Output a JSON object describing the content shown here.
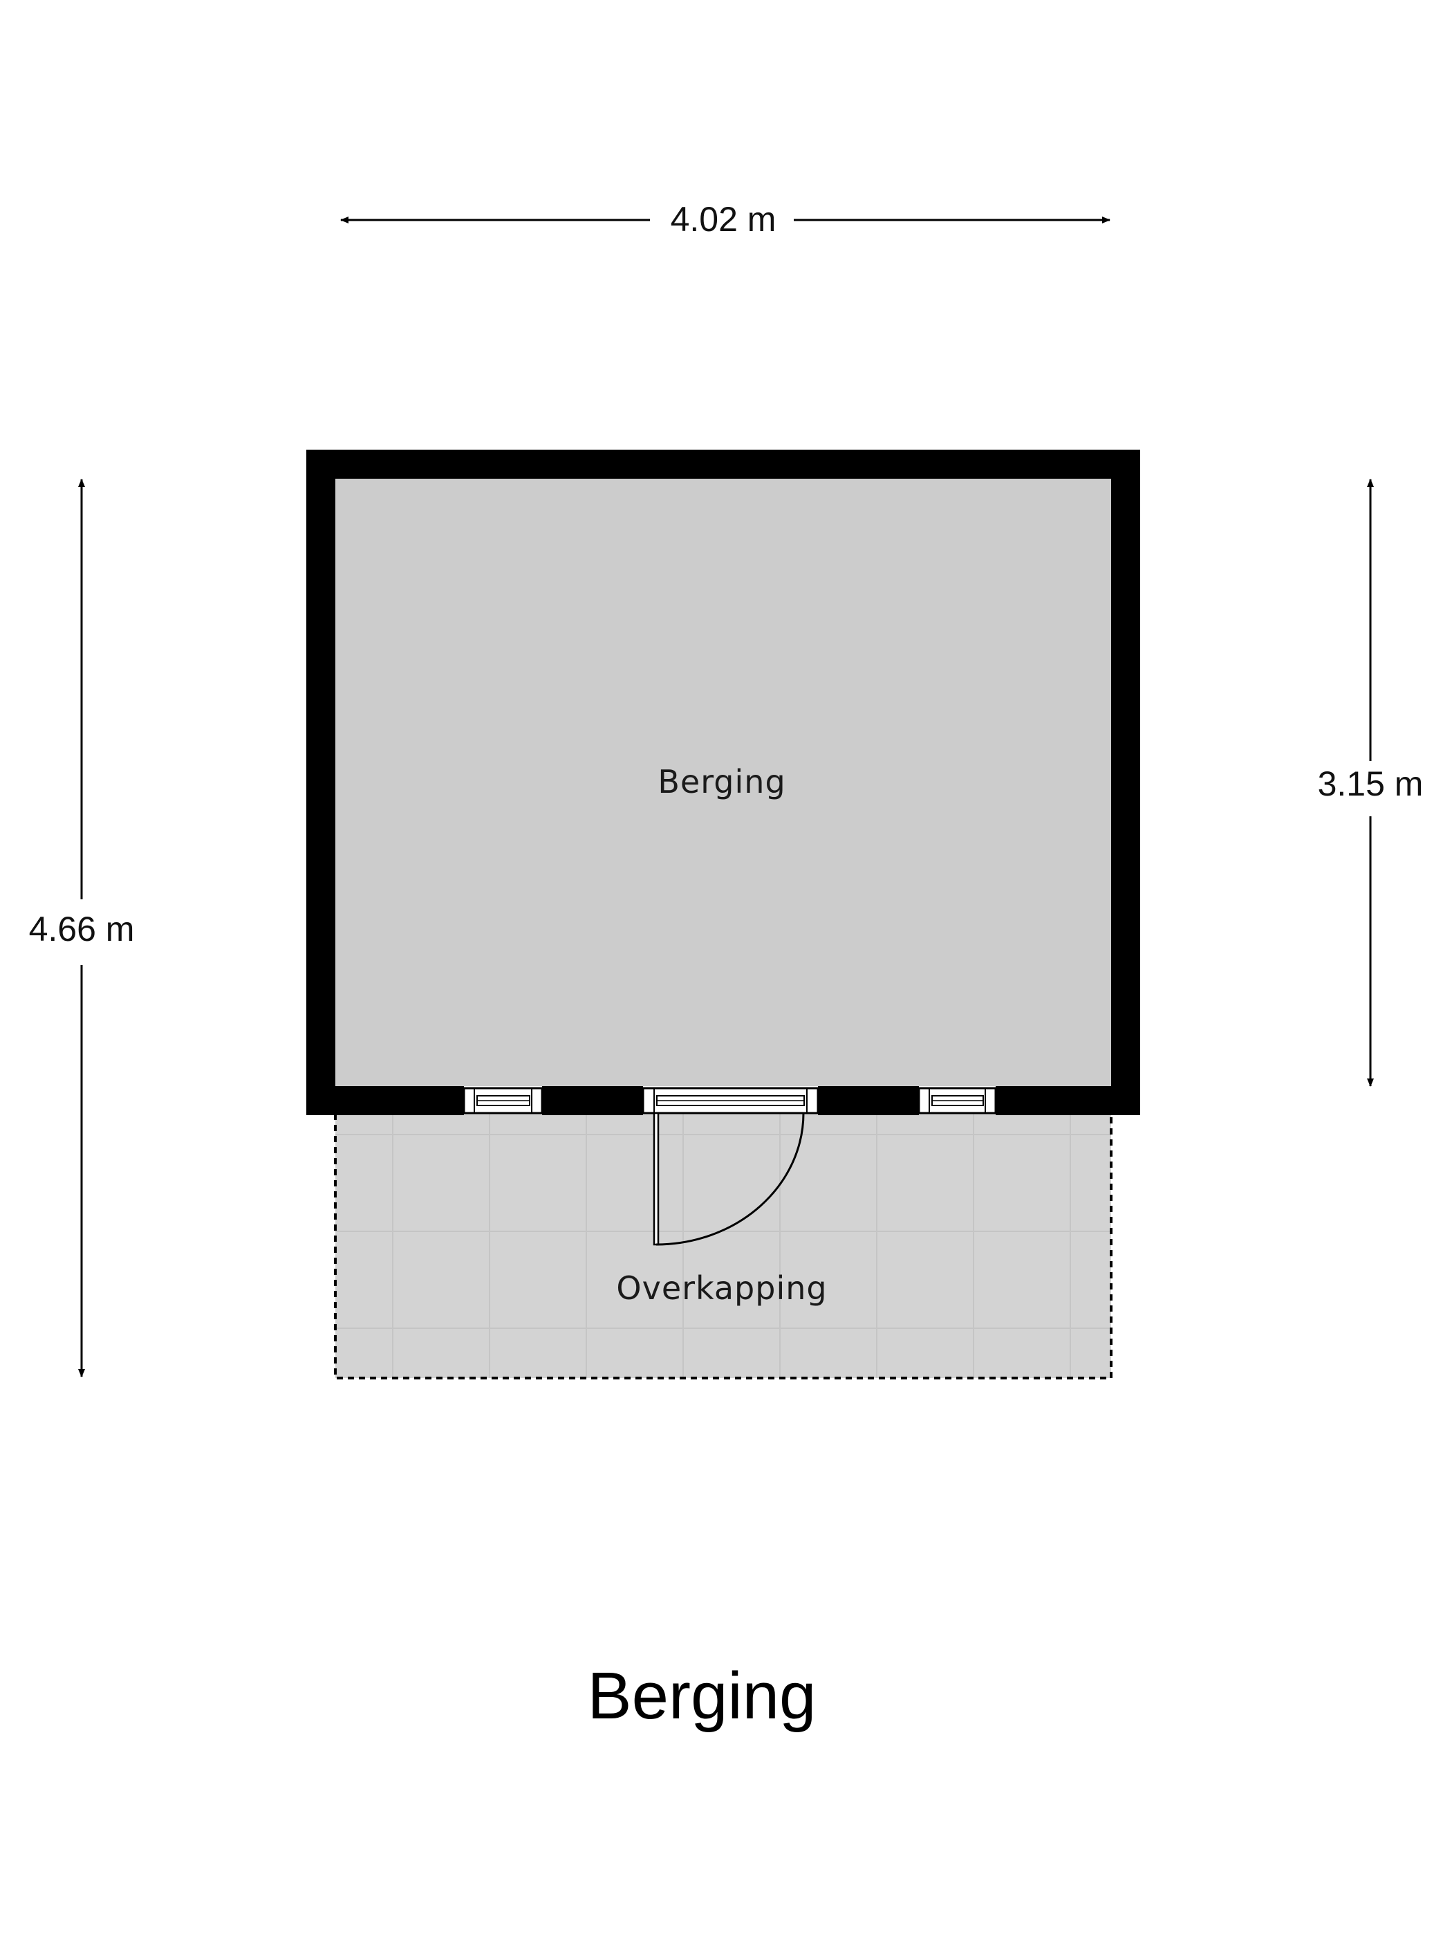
{
  "plan": {
    "title": "Berging",
    "colors": {
      "wall": "#000000",
      "room_fill": "#cccccc",
      "covered_area_fill": "#d3d3d3",
      "tile_lines": "#c4c4c4",
      "text": "#111111"
    }
  },
  "dimensions": {
    "width_top": "4.02 m",
    "height_left": "4.66 m",
    "height_right": "3.15 m"
  },
  "rooms": {
    "storage": {
      "label": "Berging"
    },
    "covered_area": {
      "label": "Overkapping"
    }
  }
}
